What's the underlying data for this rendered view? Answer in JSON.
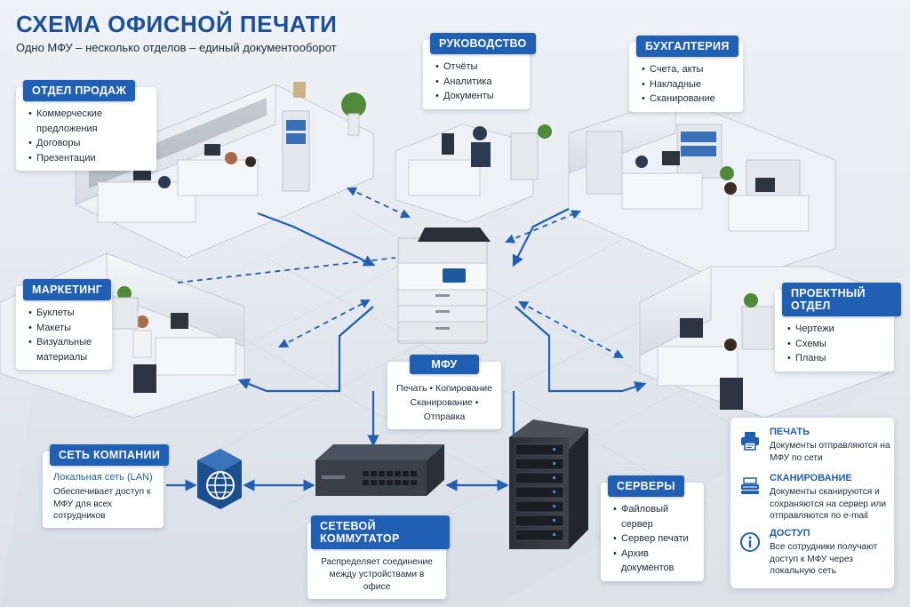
{
  "header": {
    "title": "СХЕМА ОФИСНОЙ ПЕЧАТИ",
    "subtitle": "Одно МФУ – несколько отделов – единый документооборот"
  },
  "departments": {
    "sales": {
      "title": "ОТДЕЛ ПРОДАЖ",
      "items": [
        "Коммерческие предложения",
        "Договоры",
        "Презентации"
      ]
    },
    "management": {
      "title": "РУКОВОДСТВО",
      "items": [
        "Отчёты",
        "Аналитика",
        "Документы"
      ]
    },
    "accounting": {
      "title": "БУХГАЛТЕРИЯ",
      "items": [
        "Счета, акты",
        "Накладные",
        "Сканирование"
      ]
    },
    "marketing": {
      "title": "МАРКЕТИНГ",
      "items": [
        "Буклеты",
        "Макеты",
        "Визуальные материалы"
      ]
    },
    "project": {
      "title": "ПРОЕКТНЫЙ ОТДЕЛ",
      "items": [
        "Чертежи",
        "Схемы",
        "Планы"
      ]
    },
    "servers": {
      "title": "СЕРВЕРЫ",
      "items": [
        "Файловый сервер",
        "Сервер печати",
        "Архив документов"
      ]
    }
  },
  "mfu": {
    "title": "МФУ",
    "line1": "Печать • Копирование",
    "line2": "Сканирование • Отправка"
  },
  "network": {
    "title": "СЕТЬ КОМПАНИИ",
    "lan": "Локальная сеть (LAN)",
    "text": "Обеспечивает доступ к МФУ для всех сотрудников"
  },
  "switch": {
    "title": "СЕТЕВОЙ КОММУТАТОР",
    "text": "Распределяет соединение между устройствами в офисе"
  },
  "info": {
    "print": {
      "title": "ПЕЧАТЬ",
      "text": "Документы отправляются на МФУ по сети"
    },
    "scan": {
      "title": "СКАНИРОВАНИЕ",
      "text": "Документы сканируются и сохраняются на сервер или отправляются по e-mail"
    },
    "access": {
      "title": "ДОСТУП",
      "text": "Все сотрудники получают доступ к МФУ через локальную сеть"
    }
  },
  "icons": {
    "print": "printer-icon",
    "scan": "scanner-icon",
    "access": "info-icon",
    "network": "globe-icon"
  },
  "colors": {
    "accent": "#1f5fb4",
    "line": "#1f5fb4",
    "title": "#1a4f9c"
  }
}
